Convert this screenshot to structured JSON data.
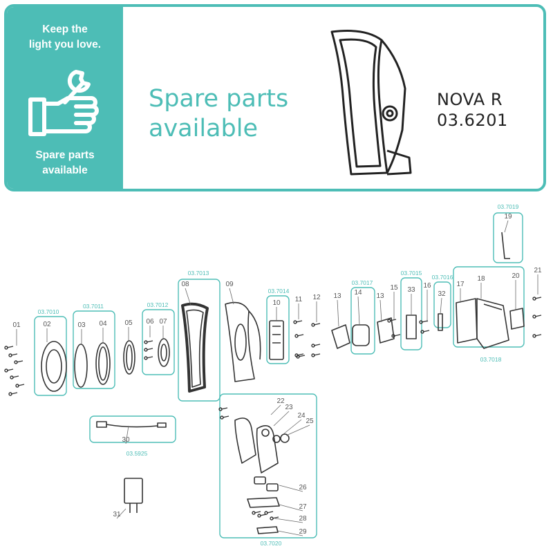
{
  "header": {
    "tile_line1": "Keep the",
    "tile_line2": "light you love.",
    "tile_line3": "Spare parts",
    "tile_line4": "available",
    "title_line1": "Spare parts",
    "title_line2": "available",
    "model_name": "NOVA R",
    "model_number": "03.6201"
  },
  "colors": {
    "accent": "#4dbdb6",
    "line": "#333333",
    "label": "#555555"
  },
  "icons": {
    "tile": "hand-wrench-icon"
  },
  "parts": [
    {
      "num": "01"
    },
    {
      "num": "02"
    },
    {
      "num": "03"
    },
    {
      "num": "04"
    },
    {
      "num": "05"
    },
    {
      "num": "06"
    },
    {
      "num": "07"
    },
    {
      "num": "08"
    },
    {
      "num": "09"
    },
    {
      "num": "10"
    },
    {
      "num": "11"
    },
    {
      "num": "12"
    },
    {
      "num": "13"
    },
    {
      "num": "14"
    },
    {
      "num": "15"
    },
    {
      "num": "13"
    },
    {
      "num": "16"
    },
    {
      "num": "33"
    },
    {
      "num": "32"
    },
    {
      "num": "17"
    },
    {
      "num": "18"
    },
    {
      "num": "20"
    },
    {
      "num": "19"
    },
    {
      "num": "21"
    },
    {
      "num": "22"
    },
    {
      "num": "23"
    },
    {
      "num": "24"
    },
    {
      "num": "25"
    },
    {
      "num": "26"
    },
    {
      "num": "27"
    },
    {
      "num": "28"
    },
    {
      "num": "29"
    },
    {
      "num": "30"
    },
    {
      "num": "31"
    }
  ],
  "groups": [
    {
      "code": "03.7010"
    },
    {
      "code": "03.7011"
    },
    {
      "code": "03.7012"
    },
    {
      "code": "03.7013"
    },
    {
      "code": "03.7014"
    },
    {
      "code": "03.7017"
    },
    {
      "code": "03.7015"
    },
    {
      "code": "03.7016"
    },
    {
      "code": "03.7018"
    },
    {
      "code": "03.7019"
    },
    {
      "code": "03.5925"
    },
    {
      "code": "03.7020"
    }
  ]
}
